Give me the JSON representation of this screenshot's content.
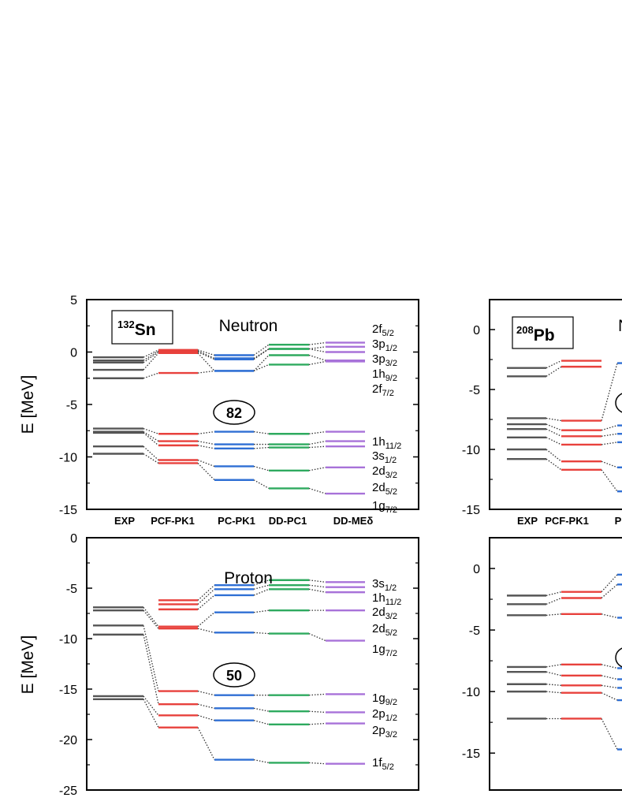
{
  "figure": {
    "ylabel": "E [MeV]",
    "methods": [
      "EXP",
      "PCF-PK1",
      "PC-PK1",
      "DD-PC1",
      "DD-MEδ"
    ]
  },
  "colors": {
    "EXP": "#555555",
    "PCF-PK1": "#e8413c",
    "PC-PK1": "#2f6fd4",
    "DD-PC1": "#2eaa5f",
    "DD-MEδ": "#a872d9"
  },
  "chart_data": [
    {
      "type": "level-scheme",
      "nucleus": {
        "mass": "132",
        "symbol": "Sn"
      },
      "title": "Neutron",
      "magic_number": "82",
      "ylim": [
        -15,
        5
      ],
      "yticks": [
        5,
        0,
        -5,
        -10,
        -15
      ],
      "categories": [
        "EXP",
        "PCF-PK1",
        "PC-PK1",
        "DD-PC1",
        "DD-MEδ"
      ],
      "orbitals": [
        {
          "n": "2",
          "l": "f",
          "sub": "5/2"
        },
        {
          "n": "3",
          "l": "p",
          "sub": "1/2"
        },
        {
          "n": "3",
          "l": "p",
          "sub": "3/2"
        },
        {
          "n": "1",
          "l": "h",
          "sub": "9/2"
        },
        {
          "n": "2",
          "l": "f",
          "sub": "7/2"
        },
        {
          "n": "1",
          "l": "h",
          "sub": "11/2"
        },
        {
          "n": "3",
          "l": "s",
          "sub": "1/2"
        },
        {
          "n": "2",
          "l": "d",
          "sub": "3/2"
        },
        {
          "n": "2",
          "l": "d",
          "sub": "5/2"
        },
        {
          "n": "1",
          "l": "g",
          "sub": "7/2"
        }
      ],
      "series": [
        {
          "name": "EXP",
          "values": [
            -0.5,
            -0.8,
            -1.0,
            -1.7,
            -2.5,
            -7.3,
            -7.6,
            -7.7,
            -9.0,
            -9.7
          ]
        },
        {
          "name": "PCF-PK1",
          "values": [
            0.2,
            0.1,
            0.0,
            -0.1,
            -2.0,
            -7.8,
            -8.5,
            -8.9,
            -10.3,
            -10.6
          ]
        },
        {
          "name": "PC-PK1",
          "values": [
            -0.3,
            -0.6,
            -0.7,
            -1.8,
            -1.8,
            -7.6,
            -8.8,
            -9.2,
            -10.9,
            -12.2
          ]
        },
        {
          "name": "DD-PC1",
          "values": [
            0.7,
            0.3,
            0.3,
            -0.3,
            -1.2,
            -7.8,
            -8.8,
            -9.1,
            -11.3,
            -13.0
          ]
        },
        {
          "name": "DD-MEδ",
          "values": [
            0.9,
            0.5,
            0.0,
            -0.8,
            -0.9,
            -7.6,
            -8.5,
            -9.0,
            -11.0,
            -13.5
          ]
        }
      ]
    },
    {
      "type": "level-scheme",
      "nucleus": {
        "mass": "132",
        "symbol": "Sn"
      },
      "title": "Proton",
      "magic_number": "50",
      "ylim": [
        -25,
        0
      ],
      "yticks": [
        0,
        -5,
        -10,
        -15,
        -20,
        -25
      ],
      "categories": [
        "EXP",
        "PCF-PK1",
        "PC-PK1",
        "DD-PC1",
        "DD-MEδ"
      ],
      "orbitals": [
        {
          "n": "3",
          "l": "s",
          "sub": "1/2"
        },
        {
          "n": "1",
          "l": "h",
          "sub": "11/2"
        },
        {
          "n": "2",
          "l": "d",
          "sub": "3/2"
        },
        {
          "n": "2",
          "l": "d",
          "sub": "5/2"
        },
        {
          "n": "1",
          "l": "g",
          "sub": "7/2"
        },
        {
          "n": "1",
          "l": "g",
          "sub": "9/2"
        },
        {
          "n": "2",
          "l": "p",
          "sub": "1/2"
        },
        {
          "n": "2",
          "l": "p",
          "sub": "3/2"
        },
        {
          "n": "1",
          "l": "f",
          "sub": "5/2"
        }
      ],
      "series": [
        {
          "name": "EXP",
          "values": [
            -6.9,
            -7.2,
            -8.7,
            -9.6,
            -15.7,
            -16.0
          ]
        },
        {
          "name": "PCF-PK1",
          "values": [
            -6.2,
            -6.6,
            -7.1,
            -8.8,
            -9.0,
            -15.2,
            -16.5,
            -17.6,
            -18.8
          ]
        },
        {
          "name": "PC-PK1",
          "values": [
            -4.7,
            -5.1,
            -5.7,
            -7.4,
            -9.4,
            -15.6,
            -16.9,
            -18.1,
            -22.0
          ]
        },
        {
          "name": "DD-PC1",
          "values": [
            -4.2,
            -4.7,
            -5.1,
            -7.2,
            -9.5,
            -15.6,
            -17.2,
            -18.5,
            -22.3
          ]
        },
        {
          "name": "DD-MEδ",
          "values": [
            -4.4,
            -4.9,
            -5.4,
            -7.2,
            -10.2,
            -15.5,
            -17.3,
            -18.4,
            -22.4
          ]
        }
      ]
    },
    {
      "type": "level-scheme",
      "nucleus": {
        "mass": "208",
        "symbol": "Pb"
      },
      "title_partial": "N",
      "ylim": [
        -15,
        2.5
      ],
      "yticks": [
        0,
        -5,
        -10,
        -15
      ],
      "categories": [
        "EXP",
        "PCF-PK1",
        "P"
      ],
      "series": [
        {
          "name": "EXP",
          "values": [
            -3.2,
            -3.9,
            -7.4,
            -7.9,
            -8.3,
            -9.0,
            -10.0,
            -10.8
          ]
        },
        {
          "name": "PCF-PK1",
          "values": [
            -2.6,
            -3.1,
            -7.6,
            -8.4,
            -8.9,
            -9.6,
            -11.0,
            -11.7
          ]
        },
        {
          "name": "PC-PK1",
          "values": [
            -2.8,
            -8.0,
            -8.7,
            -9.4,
            -11.5,
            -13.5
          ]
        }
      ]
    },
    {
      "type": "level-scheme",
      "nucleus": {
        "mass": "208",
        "symbol": "Pb"
      },
      "ylim": [
        -18,
        2.5
      ],
      "yticks": [
        0,
        -5,
        -10,
        -15
      ],
      "series": [
        {
          "name": "EXP",
          "values": [
            -2.2,
            -2.9,
            -3.8,
            -8.0,
            -8.4,
            -9.4,
            -10.0,
            -12.2
          ]
        },
        {
          "name": "PCF-PK1",
          "values": [
            -1.9,
            -2.4,
            -3.7,
            -7.8,
            -8.7,
            -9.5,
            -10.1,
            -12.2
          ]
        },
        {
          "name": "PC-PK1",
          "values": [
            -0.5,
            -1.3,
            -4.0,
            -8.1,
            -9.0,
            -9.7,
            -10.7,
            -14.7
          ]
        }
      ]
    }
  ]
}
